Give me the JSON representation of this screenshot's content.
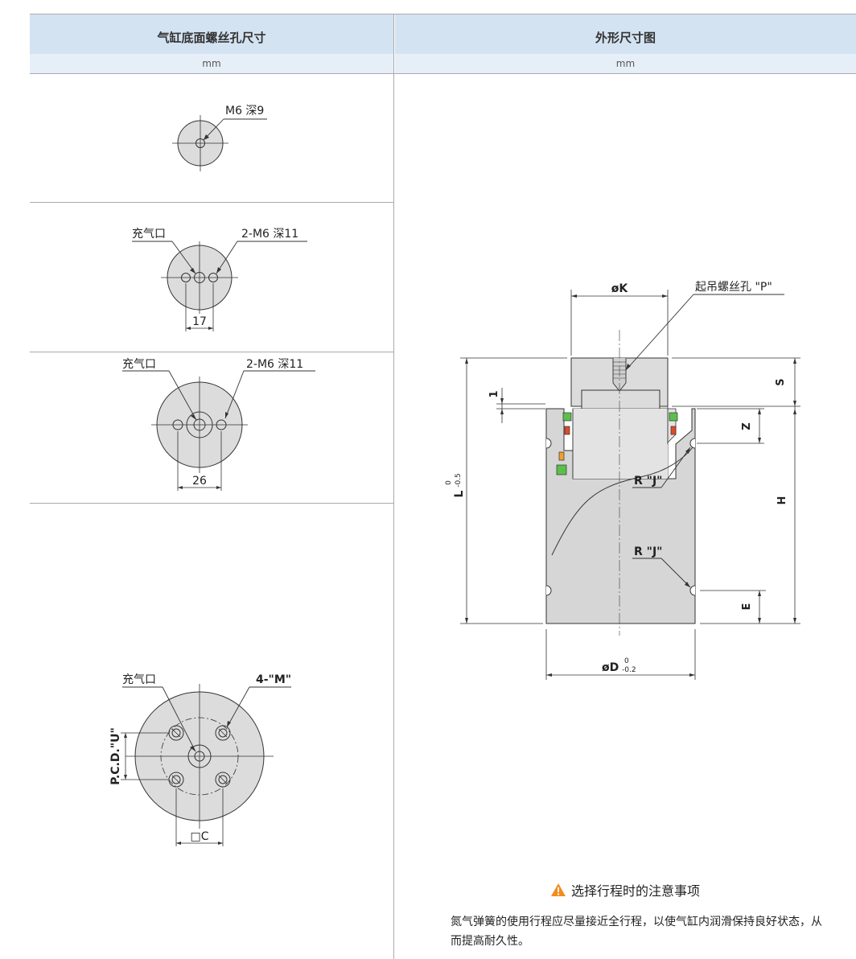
{
  "left_header": {
    "title": "气缸底面螺丝孔尺寸",
    "unit": "mm"
  },
  "right_header": {
    "title": "外形尺寸图",
    "unit": "mm"
  },
  "colors": {
    "header_bg": "#d4e3f2",
    "header_sub_bg": "#e6eff8",
    "part_fill": "#dcdcdc",
    "seal_green": "#5cbf4a",
    "seal_red": "#e04a2a",
    "seal_orange": "#f0a030",
    "warning": "#f28c1a"
  },
  "panel1": {
    "label": "M6 深9"
  },
  "panel2": {
    "port_label": "充气口",
    "hole_label": "2-M6 深11",
    "dim": "17"
  },
  "panel3": {
    "port_label": "充气口",
    "hole_label": "2-M6 深11",
    "dim": "26"
  },
  "panel4": {
    "port_label": "充气口",
    "hole_label": "4-\"M\"",
    "pcd_label": "P.C.D.\"U\"",
    "square_label": "□C"
  },
  "outline": {
    "k_label": "øK",
    "lift_label": "起吊螺丝孔 \"P\"",
    "l_label": "L",
    "l_tol_upper": "0",
    "l_tol_lower": "-0.5",
    "one_label": "1",
    "s_label": "S",
    "z_label": "Z",
    "h_label": "H",
    "e_label": "E",
    "rj_label_1": "R \"J\"",
    "rj_label_2": "R \"J\"",
    "d_label": "øD",
    "d_tol_upper": "0",
    "d_tol_lower": "-0.2"
  },
  "note": {
    "icon": "warning-icon",
    "title": "选择行程时的注意事项",
    "body": "氮气弹簧的使用行程应尽量接近全行程，以使气缸内润滑保持良好状态，从而提高耐久性。"
  }
}
